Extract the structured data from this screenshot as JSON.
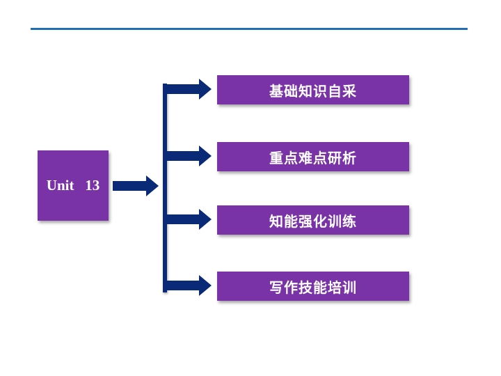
{
  "unit_label": "Unit   13",
  "items": [
    {
      "label": "基础知识自采"
    },
    {
      "label": "重点难点研析"
    },
    {
      "label": "知能强化训练"
    },
    {
      "label": "写作技能培训"
    }
  ],
  "colors": {
    "box_fill": "#7a33a6",
    "arrow_fill": "#0a2a78",
    "top_rule": "#1f6fb2"
  }
}
